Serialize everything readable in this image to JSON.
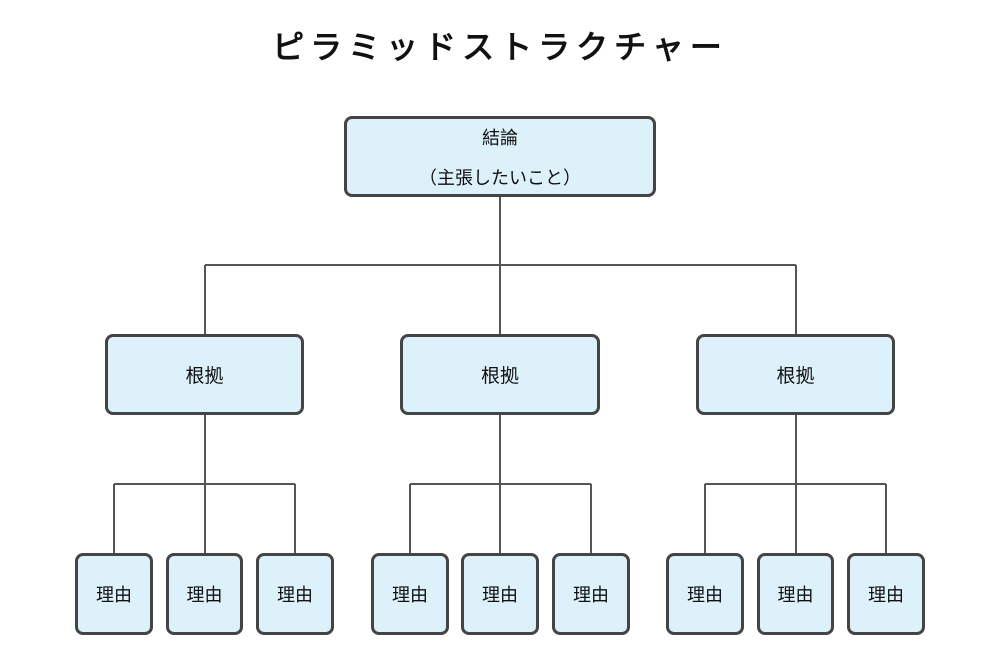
{
  "title": "ピラミッドストラクチャー",
  "conclusion": {
    "label": "結論",
    "sublabel": "（主張したいこと）"
  },
  "grounds": [
    {
      "label": "根拠",
      "reasons": [
        "理由",
        "理由",
        "理由"
      ]
    },
    {
      "label": "根拠",
      "reasons": [
        "理由",
        "理由",
        "理由"
      ]
    },
    {
      "label": "根拠",
      "reasons": [
        "理由",
        "理由",
        "理由"
      ]
    }
  ],
  "colors": {
    "box_fill": "#dcf1fa",
    "box_border": "#444444",
    "connector": "#555555"
  }
}
